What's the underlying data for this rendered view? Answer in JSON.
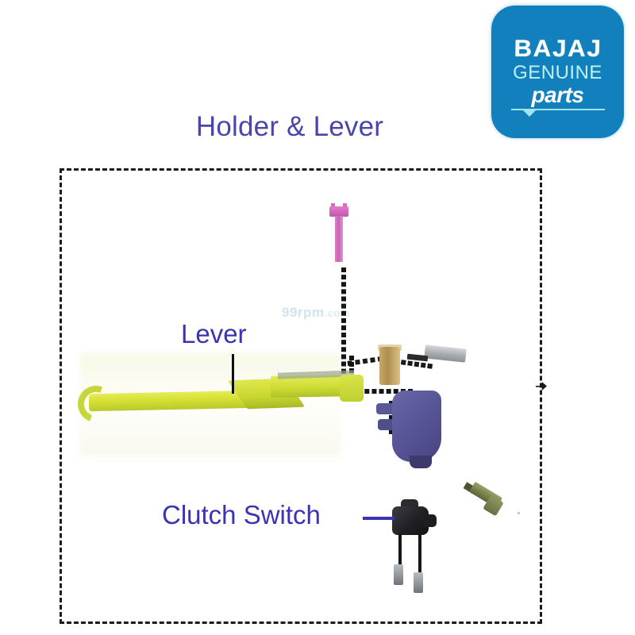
{
  "brand": {
    "logo_name": "bajaj-genuine-parts-logo",
    "line1": "BAJAJ",
    "line2": "GENUINE",
    "line3": "parts",
    "badge_color": "#1280bd",
    "text_color": "#ffffff",
    "accent_color": "#bff0f4"
  },
  "page": {
    "title": "Holder & Lever",
    "title_color": "#4a45a8",
    "background": "#ffffff"
  },
  "watermark": {
    "text": "99rpm",
    "suffix": ".com",
    "color": "#cfe4ee"
  },
  "diagram": {
    "frame_name": "parts-diagram-frame",
    "border_style": "dashed",
    "border_color": "#1b1b1b",
    "callouts": [
      {
        "id": "lever",
        "label": "Lever",
        "color": "#3a34b4",
        "leader": "vertical"
      },
      {
        "id": "clutch-switch",
        "label": "Clutch Switch",
        "color": "#3a34b4",
        "leader": "horizontal"
      }
    ],
    "parts": [
      {
        "id": "pivot-bolt",
        "name": "pivot-bolt",
        "color": "#cf63b8"
      },
      {
        "id": "lever",
        "name": "clutch-lever",
        "color": "#cfdc33"
      },
      {
        "id": "bushing",
        "name": "lever-bushing",
        "color": "#b08f4d"
      },
      {
        "id": "screw-grey",
        "name": "adjuster-screw",
        "color": "#a7abaf"
      },
      {
        "id": "holder",
        "name": "lever-holder-bracket",
        "color": "#5a579b"
      },
      {
        "id": "screw-olive",
        "name": "holder-clamp-screw",
        "color": "#737c46"
      },
      {
        "id": "clutch-switch",
        "name": "clutch-switch",
        "color": "#232327"
      }
    ],
    "assembly_lines": "dashed"
  }
}
